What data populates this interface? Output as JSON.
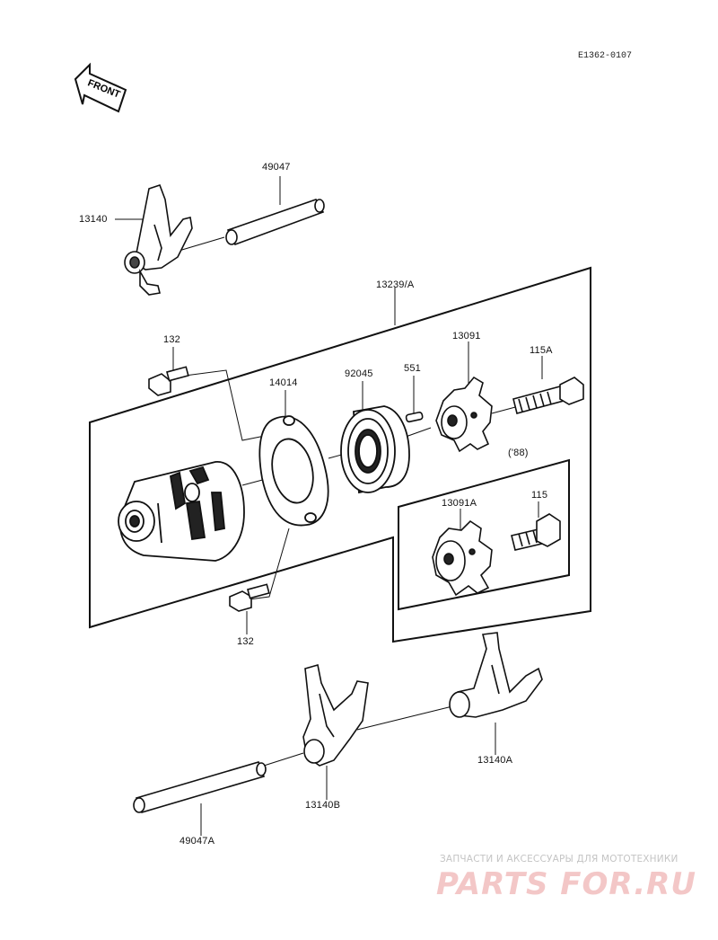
{
  "reference_code": "E1362-0107",
  "front_label": "FRONT",
  "parts": {
    "p49047": "49047",
    "p13140": "13140",
    "p13239A": "13239/A",
    "p132_top": "132",
    "p14014": "14014",
    "p92045": "92045",
    "p551": "551",
    "p13091": "13091",
    "p115A": "115A",
    "p88": "('88)",
    "p13091A": "13091A",
    "p115": "115",
    "p132_bottom": "132",
    "p13140A": "13140A",
    "p13140B": "13140B",
    "p49047A": "49047A"
  },
  "watermark": {
    "tagline": "ЗАПЧАСТИ И АКСЕССУАРЫ ДЛЯ МОТОТЕХНИКИ",
    "logo": "PARTS FOR.RU"
  }
}
